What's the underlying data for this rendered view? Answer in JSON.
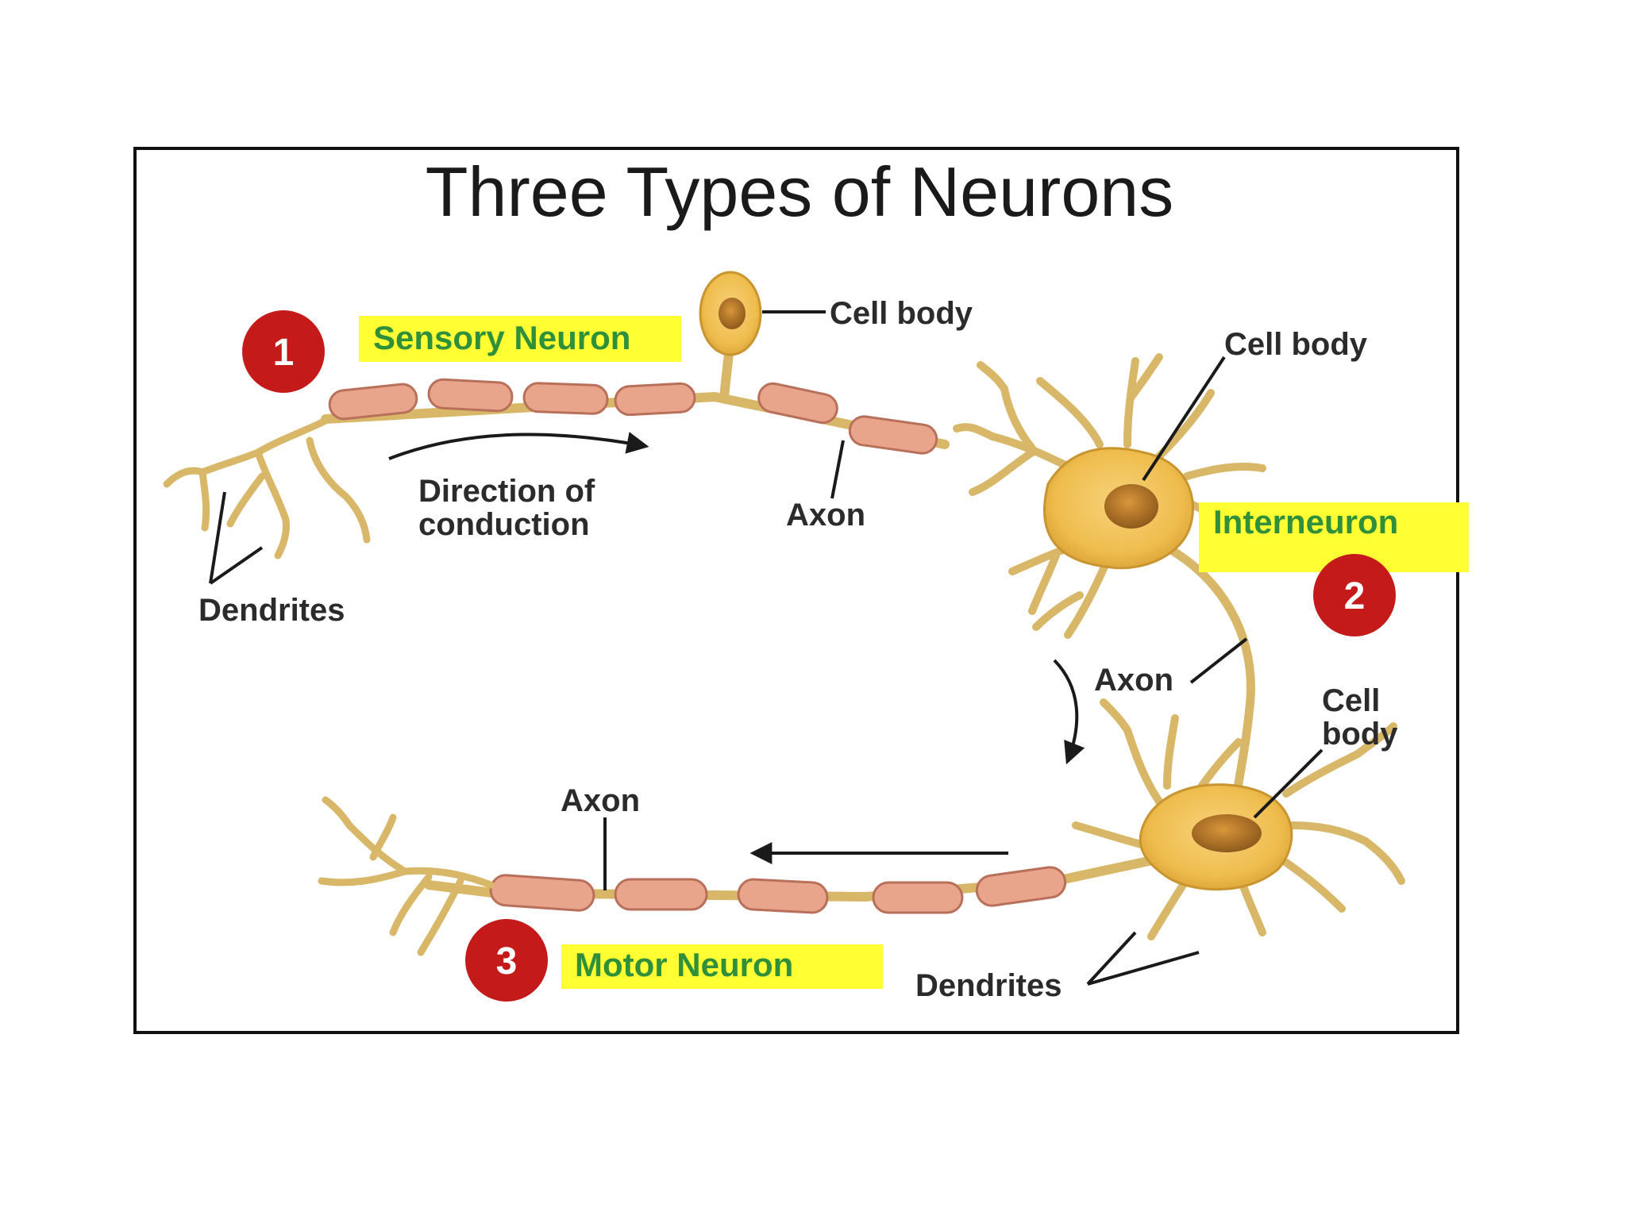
{
  "title": "Three Types of Neurons",
  "neurons": [
    {
      "number": "1",
      "name": "Sensory Neuron"
    },
    {
      "number": "2",
      "name": "Interneuron"
    },
    {
      "number": "3",
      "name": "Motor Neuron"
    }
  ],
  "labels": {
    "sensory_cell_body": "Cell body",
    "sensory_axon": "Axon",
    "sensory_dendrites": "Dendrites",
    "direction_line1": "Direction of",
    "direction_line2": "conduction",
    "inter_cell_body": "Cell body",
    "inter_axon": "Axon",
    "motor_cell_body_line1": "Cell",
    "motor_cell_body_line2": "body",
    "motor_axon": "Axon",
    "motor_dendrites": "Dendrites"
  },
  "colors": {
    "badge": "#c41a1a",
    "highlight": "#ffff33",
    "tag_text": "#2f8f3a",
    "myelin": "#e9a48c",
    "soma": "#f0c458",
    "nucleus": "#b8782a"
  }
}
